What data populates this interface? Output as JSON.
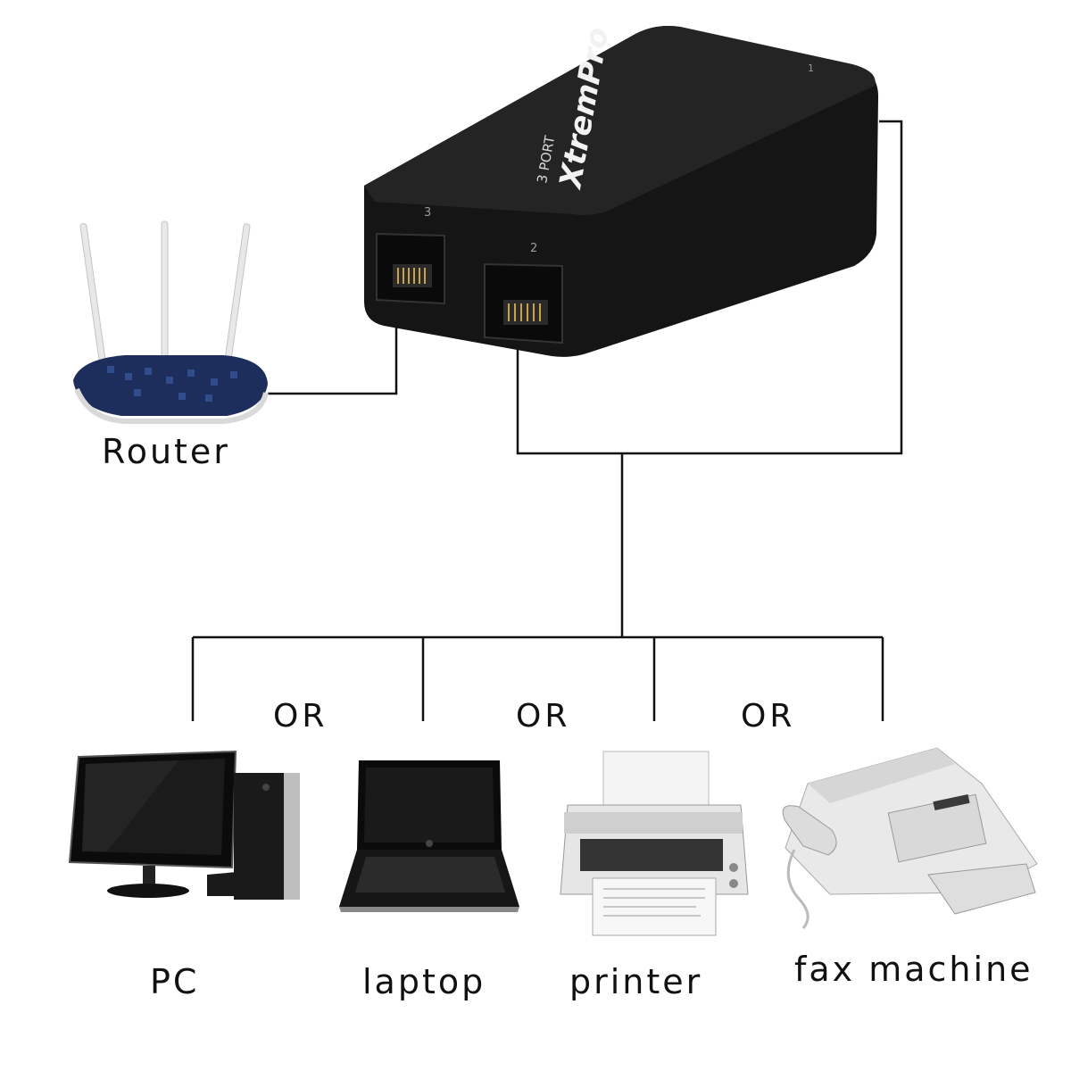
{
  "device": {
    "brand": "XtremPro",
    "model": "3 PORT",
    "ports": [
      "1",
      "2",
      "3"
    ]
  },
  "labels": {
    "router": "Router",
    "or": [
      "OR",
      "OR",
      "OR"
    ],
    "pc": "PC",
    "laptop": "laptop",
    "printer": "printer",
    "fax": "fax machine"
  },
  "colors": {
    "line": "#111111",
    "device_body": "#151515",
    "router_body": "#1d2d5c"
  }
}
